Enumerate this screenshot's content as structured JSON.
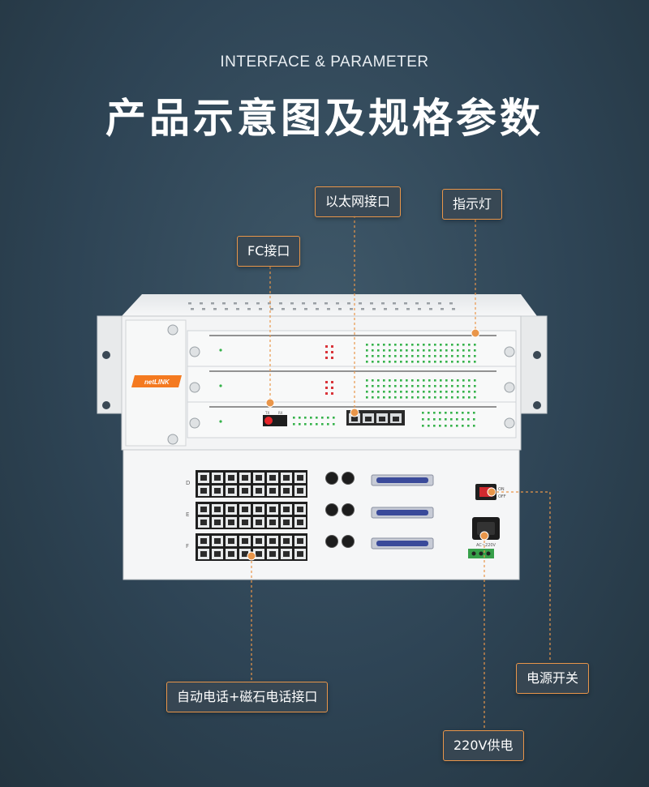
{
  "header": {
    "subtitle": "INTERFACE & PARAMETER",
    "title": "产品示意图及规格参数"
  },
  "callouts": {
    "ethernet": "以太网接口",
    "indicator": "指示灯",
    "fc": "FC接口",
    "phone": "自动电话+磁石电话接口",
    "power_switch": "电源开关",
    "power_supply": "220V供电"
  },
  "device": {
    "brand": "netLINK",
    "row_labels": [
      "D",
      "E",
      "F"
    ],
    "switch_on": "ON",
    "switch_off": "OFF",
    "power_label": "AC~220V",
    "fc_labels": [
      "TX",
      "RX"
    ]
  },
  "colors": {
    "accent": "#e9964a",
    "brand_orange": "#f47a20",
    "led_green": "#35b24a",
    "led_red": "#d9343a",
    "chassis": "#eef0f1"
  }
}
